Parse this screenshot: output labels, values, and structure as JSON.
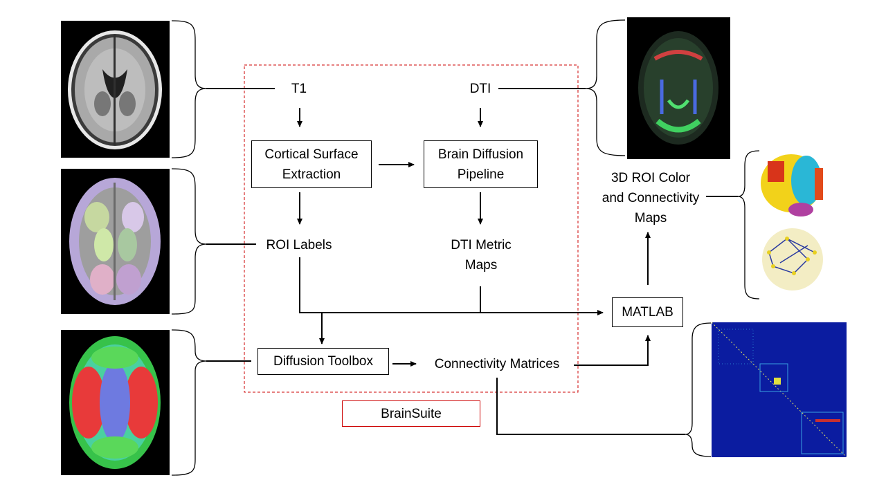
{
  "nodes": {
    "t1": "T1",
    "dti": "DTI",
    "cortical_1": "Cortical Surface",
    "cortical_2": "Extraction",
    "diffusion_pipe_1": "Brain Diffusion",
    "diffusion_pipe_2": "Pipeline",
    "roi_labels": "ROI Labels",
    "dti_metric_1": "DTI Metric",
    "dti_metric_2": "Maps",
    "diffusion_toolbox": "Diffusion Toolbox",
    "connectivity_matrices": "Connectivity Matrices",
    "matlab": "MATLAB",
    "roi_color_1": "3D ROI Color",
    "roi_color_2": "and Connectivity",
    "roi_color_3": "Maps",
    "brainsuite": "BrainSuite"
  },
  "colors": {
    "group_border": "#cc0000",
    "arrow": "#000000"
  }
}
